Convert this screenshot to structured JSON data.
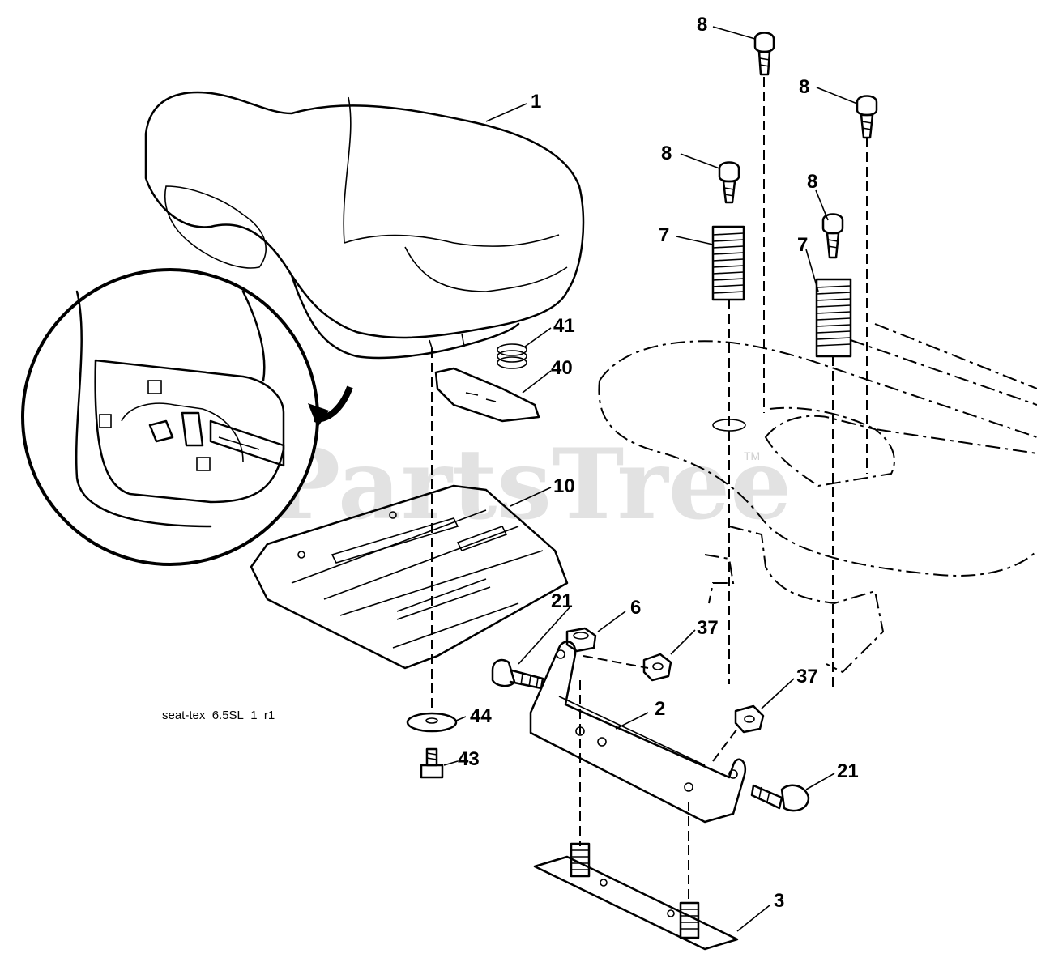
{
  "diagram_id": "seat-tex_6.5SL_1_r1",
  "watermark": "PartsTree",
  "trademark": "TM",
  "callouts": {
    "seat": "1",
    "bracket": "2",
    "base_plate": "3",
    "nut_6": "6",
    "spring_left": "7",
    "spring_right": "7",
    "bolt_top": "8",
    "bolt_top_right": "8",
    "bolt_left": "8",
    "bolt_right": "8",
    "seat_pan": "10",
    "bolt_21_left": "21",
    "bolt_21_right": "21",
    "nut_37_upper": "37",
    "nut_37_lower": "37",
    "clip": "40",
    "small_spring": "41",
    "screw": "43",
    "washer": "44"
  }
}
